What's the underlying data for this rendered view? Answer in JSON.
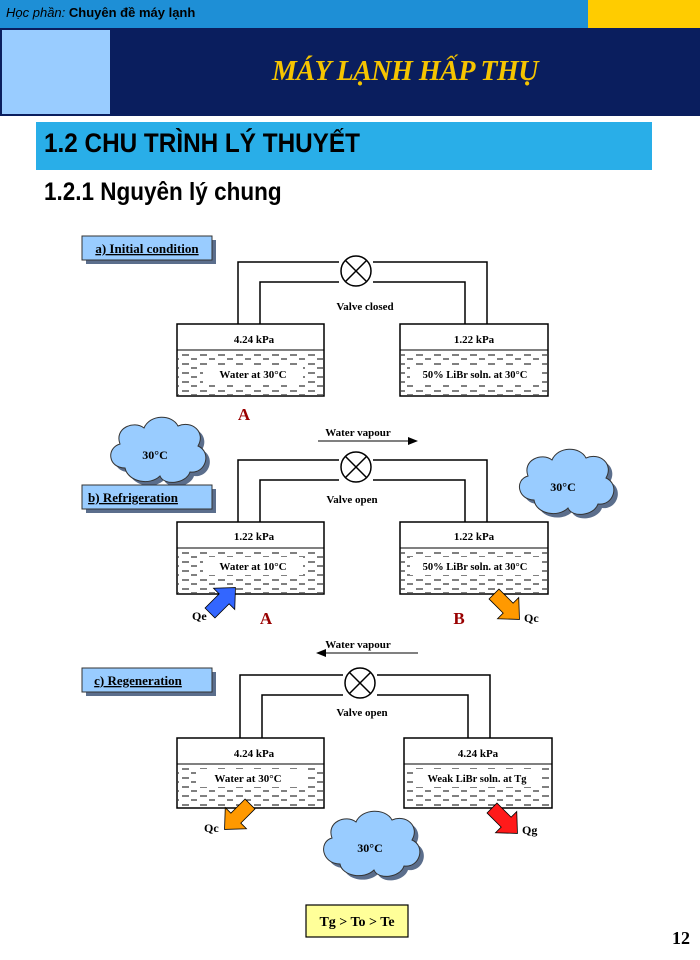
{
  "header": {
    "course_label": "Học phần:",
    "course_name": "Chuyên đề máy lạnh",
    "title": "MÁY LẠNH HẤP THỤ"
  },
  "section": {
    "heading": "1.2 CHU TRÌNH LÝ THUYẾT",
    "subheading": "1.2.1 Nguyên lý chung"
  },
  "diagram": {
    "panel_a": {
      "label": "a) Initial condition",
      "valve": "Valve closed",
      "left_pressure": "4.24 kPa",
      "left_content": "Water at 30°C",
      "right_pressure": "1.22 kPa",
      "right_content": "50% LiBr soln. at 30°C",
      "left_vessel_tag": "A"
    },
    "panel_b": {
      "label": "b) Refrigeration",
      "flow_label": "Water vapour",
      "valve": "Valve open",
      "left_pressure": "1.22 kPa",
      "left_content": "Water at 10°C",
      "right_pressure": "1.22 kPa",
      "right_content": "50% LiBr soln. at 30°C",
      "left_ambient": "30°C",
      "right_ambient": "30°C",
      "left_heat": "Qe",
      "right_heat": "Qc",
      "left_vessel_tag": "A",
      "right_vessel_tag": "B"
    },
    "panel_c": {
      "label": "c) Regeneration",
      "flow_label": "Water vapour",
      "valve": "Valve open",
      "left_pressure": "4.24 kPa",
      "left_content": "Water at 30°C",
      "right_pressure": "4.24 kPa",
      "right_content": "Weak LiBr soln. at Tg",
      "ambient": "30°C",
      "left_heat": "Qc",
      "right_heat": "Qg"
    },
    "relation": "Tg > To > Te"
  },
  "colors": {
    "top_bar": "#1e8fd6",
    "top_accent": "#ffcc00",
    "title_band": "#0a1e5e",
    "title_text": "#f5c400",
    "section_bar": "#29aee8",
    "label_box": "#99ccff",
    "cloud": "#99ccff",
    "arrow_cold": "#3366ff",
    "arrow_warm": "#ff9900",
    "arrow_hot": "#ff1a1a",
    "tag_red": "#990000",
    "relation_box": "#ffff99"
  },
  "page_number": "12"
}
